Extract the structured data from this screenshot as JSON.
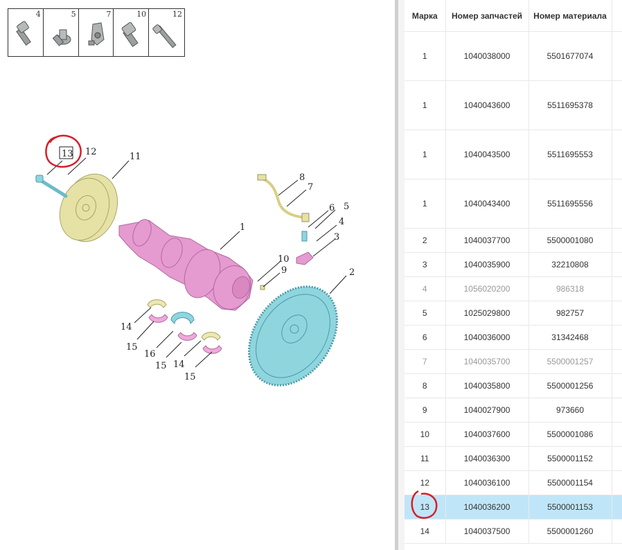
{
  "thumbnails": [
    {
      "number": "4",
      "icon": "bolt-flange-icon"
    },
    {
      "number": "5",
      "icon": "bolt-washer-icon"
    },
    {
      "number": "7",
      "icon": "sensor-bracket-icon"
    },
    {
      "number": "10",
      "icon": "bolt-hex-icon"
    },
    {
      "number": "12",
      "icon": "long-bolt-icon"
    }
  ],
  "diagram": {
    "callouts": [
      "1",
      "2",
      "3",
      "4",
      "5",
      "6",
      "7",
      "8",
      "9",
      "10",
      "11",
      "12",
      "13",
      "14",
      "15",
      "16",
      "15",
      "14",
      "15"
    ],
    "highlighted_callout": "13",
    "colors": {
      "crankshaft": "#e59ad0",
      "flexplate": "#8fd5de",
      "pulley": "#e6e2a6",
      "bearing_yellow": "#ede8b0",
      "bearing_pink": "#eeaad8",
      "bearing_blue": "#8fd5de",
      "highlight_circle": "#d81e28"
    }
  },
  "table": {
    "headers": [
      "Марка",
      "Номер запчастей",
      "Номер материала",
      ""
    ],
    "rows": [
      {
        "mark": "1",
        "part": "1040038000",
        "material": "5501677074",
        "faded": false,
        "selected": false,
        "tall": true
      },
      {
        "mark": "1",
        "part": "1040043600",
        "material": "5511695378",
        "faded": false,
        "selected": false,
        "tall": true
      },
      {
        "mark": "1",
        "part": "1040043500",
        "material": "5511695553",
        "faded": false,
        "selected": false,
        "tall": true
      },
      {
        "mark": "1",
        "part": "1040043400",
        "material": "5511695556",
        "faded": false,
        "selected": false,
        "tall": true
      },
      {
        "mark": "2",
        "part": "1040037700",
        "material": "5500001080",
        "faded": false,
        "selected": false,
        "tall": false
      },
      {
        "mark": "3",
        "part": "1040035900",
        "material": "32210808",
        "faded": false,
        "selected": false,
        "tall": false
      },
      {
        "mark": "4",
        "part": "1056020200",
        "material": "986318",
        "faded": true,
        "selected": false,
        "tall": false
      },
      {
        "mark": "5",
        "part": "1025029800",
        "material": "982757",
        "faded": false,
        "selected": false,
        "tall": false
      },
      {
        "mark": "6",
        "part": "1040036000",
        "material": "31342468",
        "faded": false,
        "selected": false,
        "tall": false
      },
      {
        "mark": "7",
        "part": "1040035700",
        "material": "5500001257",
        "faded": true,
        "selected": false,
        "tall": false
      },
      {
        "mark": "8",
        "part": "1040035800",
        "material": "5500001256",
        "faded": false,
        "selected": false,
        "tall": false
      },
      {
        "mark": "9",
        "part": "1040027900",
        "material": "973660",
        "faded": false,
        "selected": false,
        "tall": false
      },
      {
        "mark": "10",
        "part": "1040037600",
        "material": "5500001086",
        "faded": false,
        "selected": false,
        "tall": false
      },
      {
        "mark": "11",
        "part": "1040036300",
        "material": "5500001152",
        "faded": false,
        "selected": false,
        "tall": false
      },
      {
        "mark": "12",
        "part": "1040036100",
        "material": "5500001154",
        "faded": false,
        "selected": false,
        "tall": false
      },
      {
        "mark": "13",
        "part": "1040036200",
        "material": "5500001153",
        "faded": false,
        "selected": true,
        "tall": false
      },
      {
        "mark": "14",
        "part": "1040037500",
        "material": "5500001260",
        "faded": false,
        "selected": false,
        "tall": false
      }
    ]
  }
}
